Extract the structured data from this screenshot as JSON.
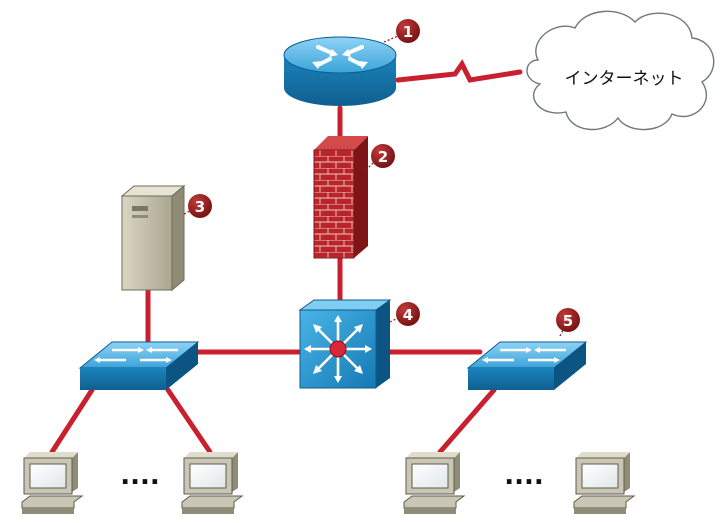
{
  "cloud": {
    "label": "インターネット"
  },
  "badges": {
    "router": "1",
    "firewall": "2",
    "server": "3",
    "core_switch": "4",
    "right_switch": "5"
  },
  "ellipsis": {
    "left": "....",
    "right": "...."
  },
  "colors": {
    "link": "#c8202e",
    "badge": "#8b1a1a",
    "device_blue": "#1f8fc8",
    "device_dark": "#0d5d8f",
    "brick": "#b8262a",
    "server": "#c8c4b0",
    "pc": "#c9c6b5"
  }
}
